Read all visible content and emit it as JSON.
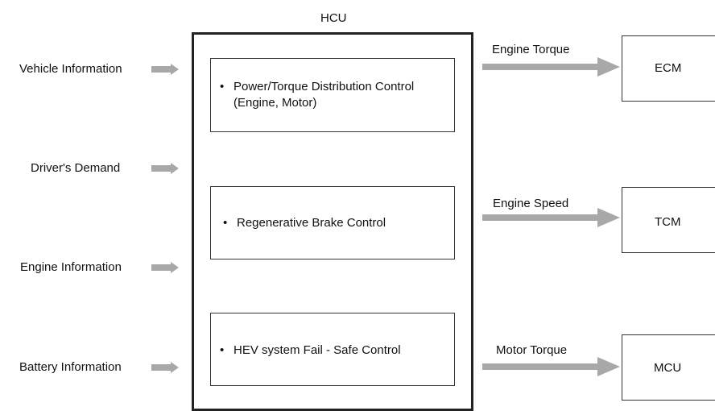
{
  "hcu": {
    "title": "HCU",
    "functions": [
      {
        "bullet": "•",
        "line1": "Power/Torque Distribution Control",
        "line2": "(Engine, Motor)"
      },
      {
        "bullet": "•",
        "line1": "Regenerative Brake Control"
      },
      {
        "bullet": "•",
        "line1": "HEV system Fail - Safe Control"
      }
    ]
  },
  "inputs": [
    "Vehicle Information",
    "Driver's Demand",
    "Engine Information",
    "Battery Information"
  ],
  "outputs": [
    {
      "signal": "Engine Torque",
      "module": "ECM"
    },
    {
      "signal": "Engine Speed",
      "module": "TCM"
    },
    {
      "signal": "Motor Torque",
      "module": "MCU"
    }
  ],
  "colors": {
    "arrow": "#a8a8a8",
    "border": "#222222"
  }
}
